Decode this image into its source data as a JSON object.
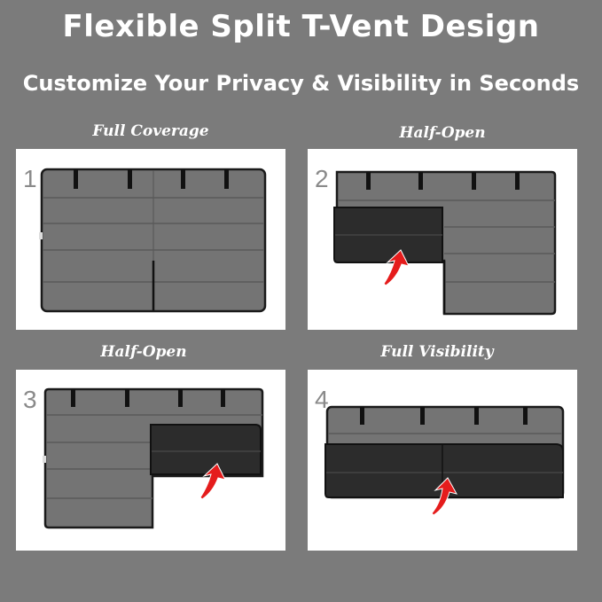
{
  "header": {
    "title": "Flexible Split T-Vent Design",
    "subtitle": "Customize Your Privacy & Visibility in Seconds"
  },
  "panels": [
    {
      "label": "Full Coverage",
      "number": "1"
    },
    {
      "label": "Half-Open",
      "number": "2"
    },
    {
      "label": "Half-Open",
      "number": "3"
    },
    {
      "label": "Full Visibility",
      "number": "4"
    }
  ],
  "colors": {
    "background": "#7b7b7b",
    "curtain": "#747474",
    "folded": "#2c2c2c",
    "arrow": "#e51c1c"
  }
}
